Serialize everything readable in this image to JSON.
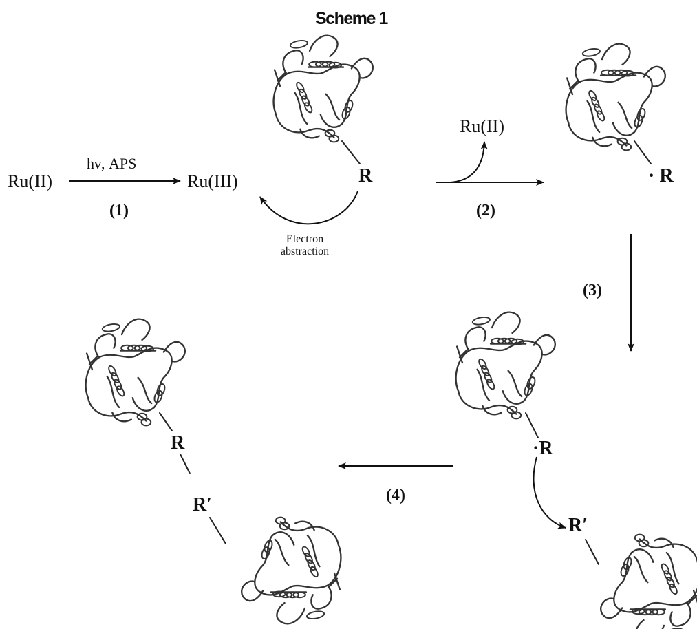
{
  "title": "Scheme 1",
  "species": {
    "ru_ii": "Ru(II)",
    "ru_iii": "Ru(III)",
    "ru_ii_released": "Ru(II)"
  },
  "conditions": {
    "step1": "hν, APS"
  },
  "steps": {
    "s1": "(1)",
    "s2": "(2)",
    "s3": "(3)",
    "s4": "(4)"
  },
  "residues": {
    "r_top": "R",
    "r_radical_top": "· R",
    "r_radical_mid": "·R",
    "r_prime_mid": "R′",
    "r_bottom": "R",
    "r_prime_bottom": "R′"
  },
  "annotation": {
    "line1": "Electron",
    "line2": "abstraction"
  }
}
